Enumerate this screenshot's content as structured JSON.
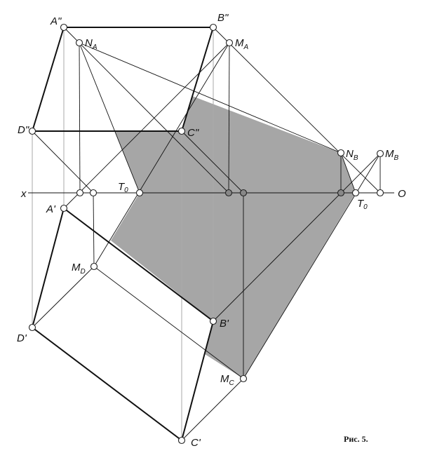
{
  "figure": {
    "caption": "Рис. 5.",
    "shade_color": "#a6a6a6",
    "labels": {
      "A2": "A\"",
      "B2": "B\"",
      "C2": "C\"",
      "D2": "D\"",
      "A1": "A'",
      "B1": "B'",
      "C1": "C'",
      "D1": "D'",
      "NA": "N",
      "NA_sub": "A",
      "MA": "M",
      "MA_sub": "A",
      "NB": "N",
      "NB_sub": "B",
      "MB": "M",
      "MB_sub": "B",
      "MD": "M",
      "MD_sub": "D",
      "MC": "M",
      "MC_sub": "C",
      "T0a": "T",
      "T0a_sub": "0",
      "T0b": "T",
      "T0b_sub": "0",
      "x": "x",
      "O": "O"
    }
  }
}
